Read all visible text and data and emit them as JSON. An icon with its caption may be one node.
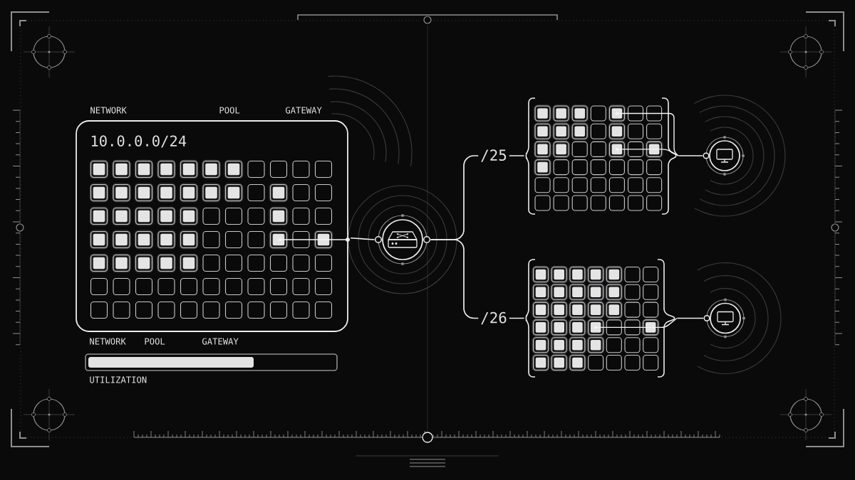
{
  "diagram": {
    "nodes": [
      {
        "text": [
          "10.0.0.0/24"
        ],
        "beside": [
          "NETWORK",
          "POOL",
          "GATEWAY",
          "NETWORK",
          "POOL",
          "GATEWAY"
        ]
      },
      {
        "text": [],
        "shape": "circle"
      },
      {
        "text": [],
        "shape": "grid"
      },
      {
        "text": [],
        "shape": "circle"
      },
      {
        "text": [],
        "shape": "grid"
      },
      {
        "text": [],
        "shape": "circle"
      }
    ],
    "edges": [
      {
        "from": 0,
        "to": 1,
        "arrow": "none"
      },
      {
        "from": 1,
        "to": 2,
        "arrow": "none",
        "label": "/25"
      },
      {
        "from": 1,
        "to": 4,
        "arrow": "none",
        "label": "/26"
      },
      {
        "from": 2,
        "to": 3,
        "arrow": "none"
      },
      {
        "from": 4,
        "to": 5,
        "arrow": "none"
      }
    ],
    "labels": [
      "UTILIZATION"
    ]
  }
}
